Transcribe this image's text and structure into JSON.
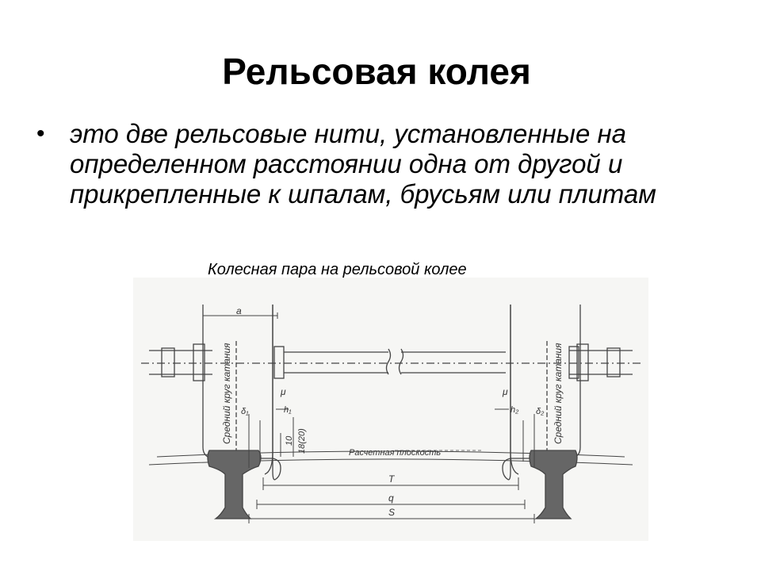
{
  "slide": {
    "title": "Рельсовая колея",
    "bullet": "это две рельсовые нити, установленные на определенном расстоянии одна от другой и прикрепленные к шпалам, брусьям или плитам"
  },
  "figure": {
    "caption": "Колесная пара на рельсовой колее",
    "labels": {
      "a": "а",
      "rolling_circle_left": "Средний круг катания",
      "rolling_circle_right": "Средний круг катания",
      "mu_left": "μ",
      "mu_right": "μ",
      "h1": "h₁",
      "h2": "h₂",
      "delta1": "δ₁",
      "delta2": "δ₂",
      "dim_10": "10",
      "dim_18": "18(20)",
      "plane": "Расчетная плоскость",
      "T": "T",
      "q": "q",
      "S": "S"
    }
  }
}
